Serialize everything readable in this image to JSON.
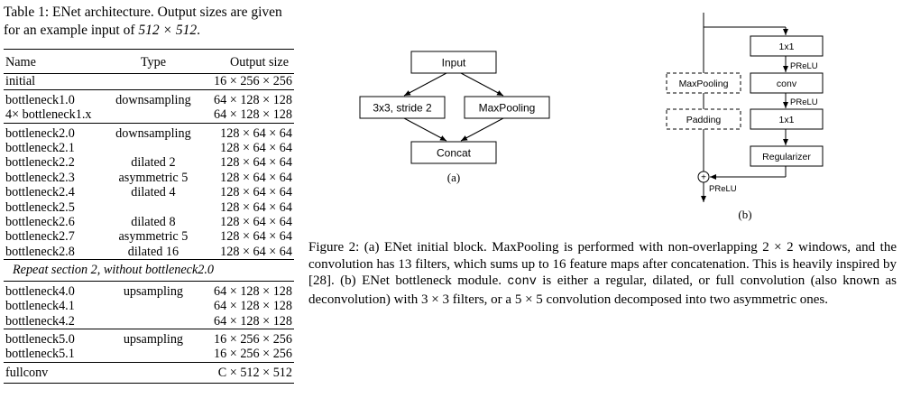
{
  "table_caption": {
    "prefix": "Table 1: ENet architecture. Output sizes are given for an example input of",
    "input_size": "512 × 512",
    "suffix": "."
  },
  "table": {
    "headers": [
      "Name",
      "Type",
      "Output size"
    ],
    "groups": [
      [
        {
          "name": "initial",
          "type": "",
          "size": "16 × 256 × 256"
        }
      ],
      [
        {
          "name": "bottleneck1.0",
          "type": "downsampling",
          "size": "64 × 128 × 128"
        },
        {
          "name": "4× bottleneck1.x",
          "type": "",
          "size": "64 × 128 × 128"
        }
      ],
      [
        {
          "name": "bottleneck2.0",
          "type": "downsampling",
          "size": "128 × 64 × 64"
        },
        {
          "name": "bottleneck2.1",
          "type": "",
          "size": "128 × 64 × 64"
        },
        {
          "name": "bottleneck2.2",
          "type": "dilated 2",
          "size": "128 × 64 × 64"
        },
        {
          "name": "bottleneck2.3",
          "type": "asymmetric 5",
          "size": "128 × 64 × 64"
        },
        {
          "name": "bottleneck2.4",
          "type": "dilated 4",
          "size": "128 × 64 × 64"
        },
        {
          "name": "bottleneck2.5",
          "type": "",
          "size": "128 × 64 × 64"
        },
        {
          "name": "bottleneck2.6",
          "type": "dilated 8",
          "size": "128 × 64 × 64"
        },
        {
          "name": "bottleneck2.7",
          "type": "asymmetric 5",
          "size": "128 × 64 × 64"
        },
        {
          "name": "bottleneck2.8",
          "type": "dilated 16",
          "size": "128 × 64 × 64"
        }
      ],
      [
        {
          "name": "Repeat section 2, without bottleneck2.0",
          "type": "",
          "size": "",
          "span": true
        }
      ],
      [
        {
          "name": "bottleneck4.0",
          "type": "upsampling",
          "size": "64 × 128 × 128"
        },
        {
          "name": "bottleneck4.1",
          "type": "",
          "size": "64 × 128 × 128"
        },
        {
          "name": "bottleneck4.2",
          "type": "",
          "size": "64 × 128 × 128"
        }
      ],
      [
        {
          "name": "bottleneck5.0",
          "type": "upsampling",
          "size": "16 × 256 × 256"
        },
        {
          "name": "bottleneck5.1",
          "type": "",
          "size": "16 × 256 × 256"
        }
      ],
      [
        {
          "name": "fullconv",
          "type": "",
          "size": "C × 512 × 512"
        }
      ]
    ]
  },
  "figure_a": {
    "input": "Input",
    "conv": "3x3, stride 2",
    "maxpool": "MaxPooling",
    "concat": "Concat",
    "label": "(a)"
  },
  "figure_b": {
    "maxpool": "MaxPooling",
    "padding": "Padding",
    "conv1x1_top": "1x1",
    "prelu1": "PReLU",
    "conv": "conv",
    "prelu2": "PReLU",
    "conv1x1_bottom": "1x1",
    "regularizer": "Regularizer",
    "plus": "+",
    "prelu_out": "PReLU",
    "label": "(b)"
  },
  "figure_caption": {
    "part1": "Figure 2: (a) ENet initial block. MaxPooling is performed with non-overlapping 2 × 2 windows, and the convolution has 13 filters, which sums up to 16 feature maps after concatenation. This is heavily inspired by [28]. (b) ENet bottleneck module.",
    "code": "conv",
    "part2": "is either a regular, dilated, or full convolution (also known as deconvolution) with 3 × 3 filters, or a 5 × 5 convolution decomposed into two asymmetric ones."
  }
}
